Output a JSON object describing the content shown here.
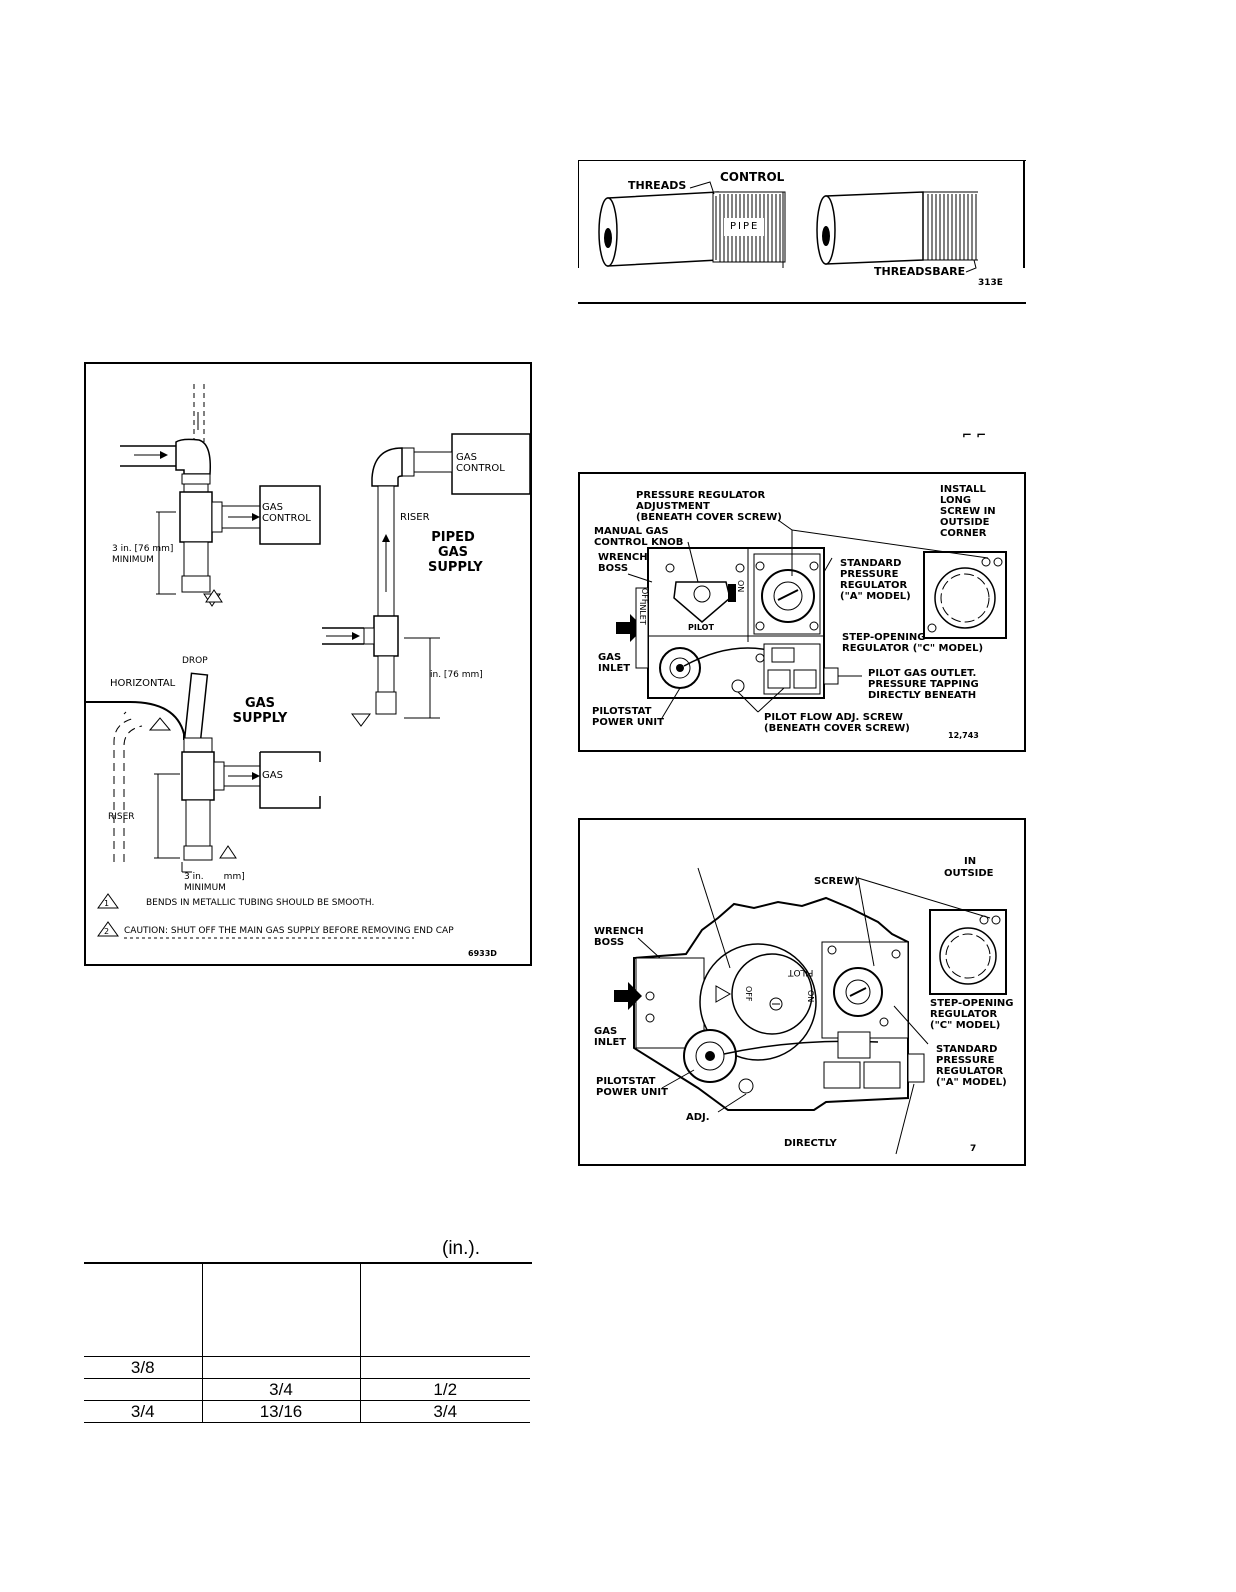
{
  "fig_threads": {
    "labels": {
      "threads": "THREADS",
      "control": "CONTROL",
      "pipe": "PIPE",
      "threads_bare": "THREADSBARE",
      "code": "313E"
    },
    "marks": "⌐ ⌐"
  },
  "fig_piping": {
    "labels": {
      "gas_control_1": "GAS\nCONTROL",
      "min_1": "3 in. [76 mm]\nMINIMUM",
      "riser_1": "RISER",
      "piped_gas_supply": "PIPED\nGAS\nSUPPLY",
      "gas_control_2": "GAS\nCONTROL",
      "in_76": "in. [76 mm]",
      "drop": "DROP",
      "horizontal": "HORIZONTAL",
      "gas_supply": "GAS\nSUPPLY",
      "gas_3": "GAS",
      "riser_2": "RISER",
      "min_2": "3 in.       mm]\nMINIMUM",
      "code": "6933D"
    },
    "notes": [
      {
        "num": "1",
        "text": "BENDS IN METALLIC TUBING SHOULD BE SMOOTH."
      },
      {
        "num": "2",
        "text": "CAUTION: SHUT OFF THE MAIN GAS SUPPLY BEFORE REMOVING END CAP"
      }
    ]
  },
  "fig_control_a": {
    "labels": {
      "pressure_reg": "PRESSURE REGULATOR\nADJUSTMENT\n(BENEATH COVER SCREW)",
      "manual_knob": "MANUAL GAS\nCONTROL KNOB",
      "wrench_boss": "WRENCH\nBOSS",
      "gas_inlet": "GAS\nINLET",
      "pilotstat": "PILOTSTAT\nPOWER UNIT",
      "install_long": "INSTALL\nLONG\nSCREW IN\nOUTSIDE\nCORNER",
      "standard_reg": "STANDARD\nPRESSURE\nREGULATOR\n(\"A\" MODEL)",
      "step_opening": "STEP-OPENING\nREGULATOR (\"C\" MODEL)",
      "pilot_outlet": "PILOT GAS OUTLET.\nPRESSURE TAPPING\nDIRECTLY BENEATH",
      "pilot_flow": "PILOT FLOW ADJ. SCREW\n(BENEATH COVER SCREW)",
      "off": "OFF",
      "on": "ON",
      "inlet": "INLET",
      "pilot": "PILOT",
      "code": "12,743"
    }
  },
  "fig_control_b": {
    "labels": {
      "in": "IN",
      "outside": "OUTSIDE",
      "screw": "SCREW)",
      "wrench_boss": "WRENCH\nBOSS",
      "gas_inlet": "GAS\nINLET",
      "pilotstat": "PILOTSTAT\nPOWER UNIT",
      "adj": "ADJ.",
      "directly": "DIRECTLY",
      "step_opening": "STEP-OPENING\nREGULATOR\n(\"C\" MODEL)",
      "standard_reg": "STANDARD\nPRESSURE\nREGULATOR\n(\"A\" MODEL)",
      "pilot": "PILOT",
      "off": "OFF",
      "on": "ON",
      "code": "7"
    }
  },
  "size_table": {
    "caption": "(in.).",
    "rows": [
      [
        "3/8",
        "",
        ""
      ],
      [
        "",
        "3/4",
        "1/2"
      ],
      [
        "3/4",
        "13/16",
        "3/4"
      ]
    ]
  }
}
